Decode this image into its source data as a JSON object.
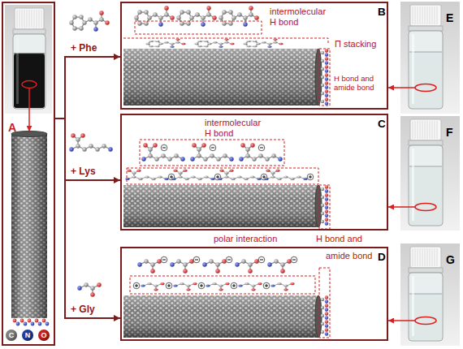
{
  "diagram": {
    "nodes": [
      {
        "text": [
          "A"
        ]
      },
      {
        "text": [
          "B",
          "intermolecular H bond",
          "Π stacking",
          "H bond and amide bond"
        ]
      },
      {
        "text": [
          "C",
          "intermolecular H bond"
        ]
      },
      {
        "text": [
          "D"
        ]
      },
      {
        "text": [
          "E"
        ]
      },
      {
        "text": [
          "F"
        ]
      },
      {
        "text": [
          "G"
        ]
      }
    ],
    "edges": [
      {
        "from": 0,
        "to": 1,
        "arrow": "to",
        "label": "+ Phe"
      },
      {
        "from": 0,
        "to": 2,
        "arrow": "to",
        "label": "+ Lys"
      },
      {
        "from": 0,
        "to": 3,
        "arrow": "to",
        "label": "+ Gly"
      },
      {
        "from": 4,
        "to": 1,
        "arrow": "to"
      },
      {
        "from": 5,
        "to": 2,
        "arrow": "to"
      },
      {
        "from": 6,
        "to": 3,
        "arrow": "to"
      }
    ],
    "labels": [
      "polar interaction",
      "H bond and",
      "amide bond"
    ],
    "legend": [
      {
        "text": "C",
        "color": "#808080"
      },
      {
        "text": "N",
        "color": "#1f3fa0"
      },
      {
        "text": "O",
        "color": "#c81e1e"
      }
    ]
  }
}
